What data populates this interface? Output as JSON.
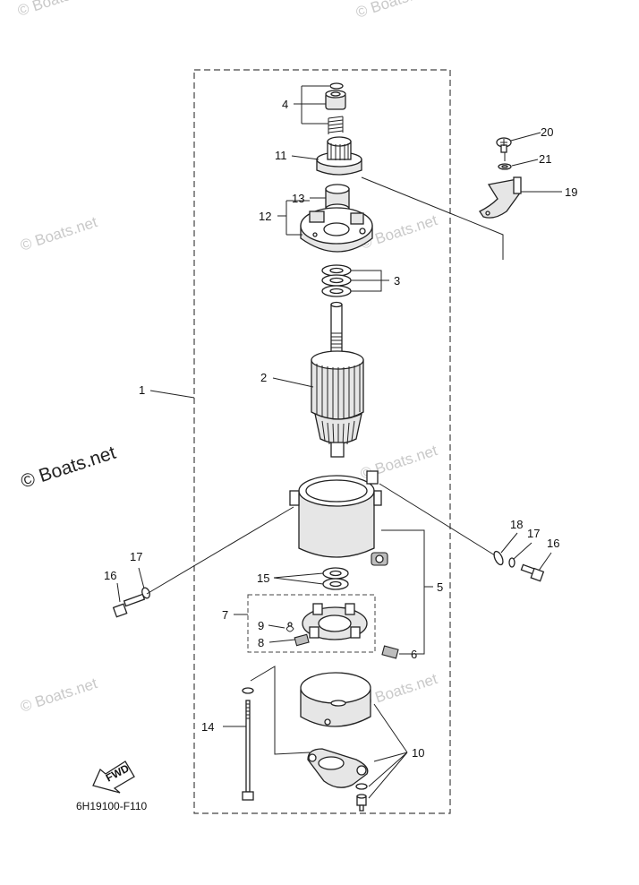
{
  "diagram": {
    "diagram_code": "6H19100-F110",
    "fwd_label": "FWD",
    "watermark_text": "© Boats.net",
    "callouts": {
      "c1": "1",
      "c2": "2",
      "c3": "3",
      "c4": "4",
      "c5": "5",
      "c6": "6",
      "c7": "7",
      "c8": "8",
      "c9": "9",
      "c10": "10",
      "c11": "11",
      "c12": "12",
      "c13": "13",
      "c14": "14",
      "c15": "15",
      "c16_left": "16",
      "c16_right": "16",
      "c17_left": "17",
      "c17_right": "17",
      "c18": "18",
      "c19": "19",
      "c20": "20",
      "c21": "21"
    },
    "colors": {
      "line": "#222222",
      "watermark": "#c9c9c9",
      "part_fill": "#e6e6e6",
      "background": "#ffffff"
    }
  }
}
